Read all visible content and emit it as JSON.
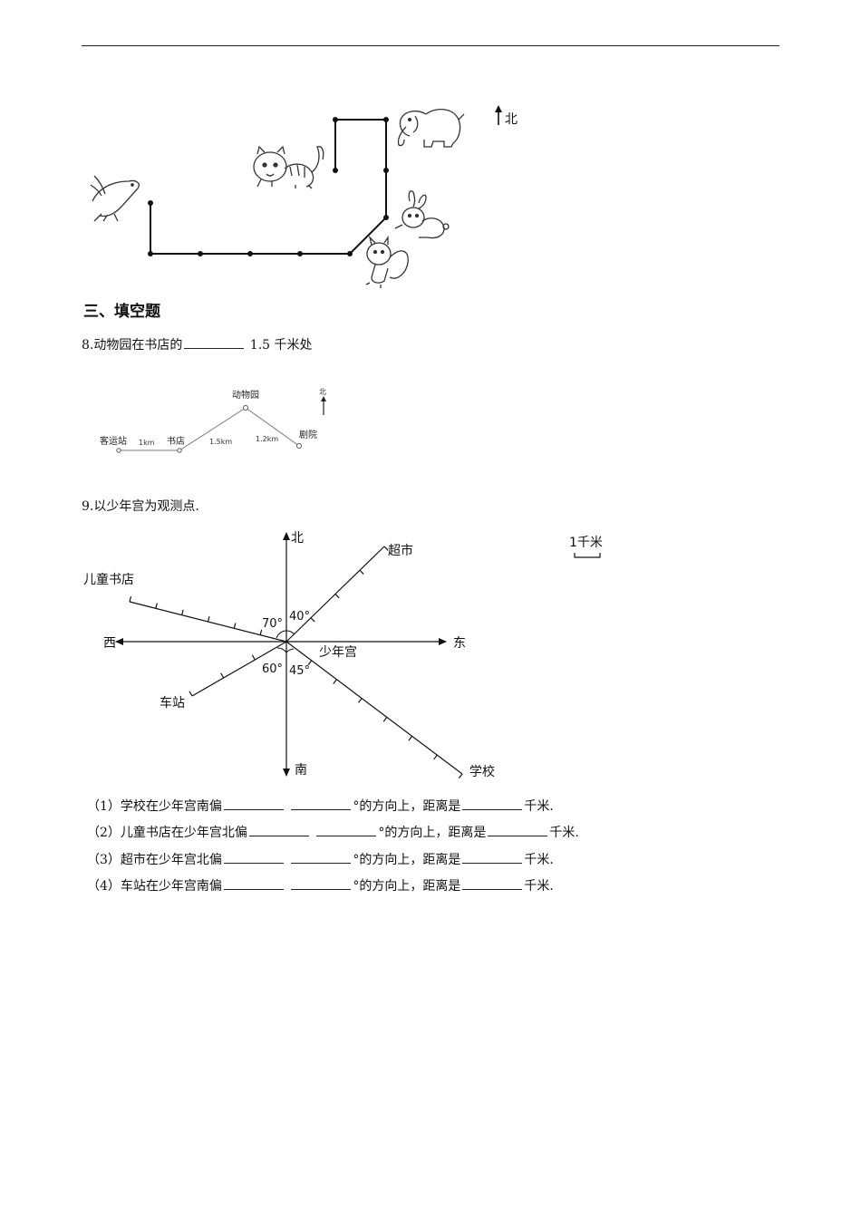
{
  "map1": {
    "north_label": "北"
  },
  "section": {
    "title": "三、填空题"
  },
  "q8": {
    "prefix": "8.动物园在书店的",
    "suffix": " 1.5 千米处",
    "diagram": {
      "labels": {
        "bus_station": "客运站",
        "bookstore": "书店",
        "zoo": "动物园",
        "cinema": "剧院",
        "north": "北"
      },
      "distances": {
        "station_to_bookstore": "1km",
        "bookstore_to_zoo": "1.5km",
        "zoo_to_cinema": "1.2km"
      }
    }
  },
  "q9": {
    "title": "9.以少年宫为观测点.",
    "diagram": {
      "directions": {
        "north": "北",
        "south": "南",
        "east": "东",
        "west": "西"
      },
      "center": "少年宫",
      "places": {
        "supermarket": "超市",
        "kids_bookstore": "儿童书店",
        "station": "车站",
        "school": "学校"
      },
      "angles": {
        "a70": "70°",
        "a40": "40°",
        "a60": "60°",
        "a45": "45°"
      },
      "scale_label": "1千米"
    },
    "items": [
      {
        "prefix": "（1）学校在少年宫南偏",
        "mid": "°的方向上，距离是",
        "end": "千米."
      },
      {
        "prefix": "（2）儿童书店在少年宫北偏",
        "mid": "°的方向上，距离是",
        "end": "千米."
      },
      {
        "prefix": "（3）超市在少年宫北偏",
        "mid": "°的方向上，距离是",
        "end": "千米."
      },
      {
        "prefix": "（4）车站在少年宫南偏",
        "mid": "°的方向上，距离是",
        "end": "千米."
      }
    ]
  }
}
